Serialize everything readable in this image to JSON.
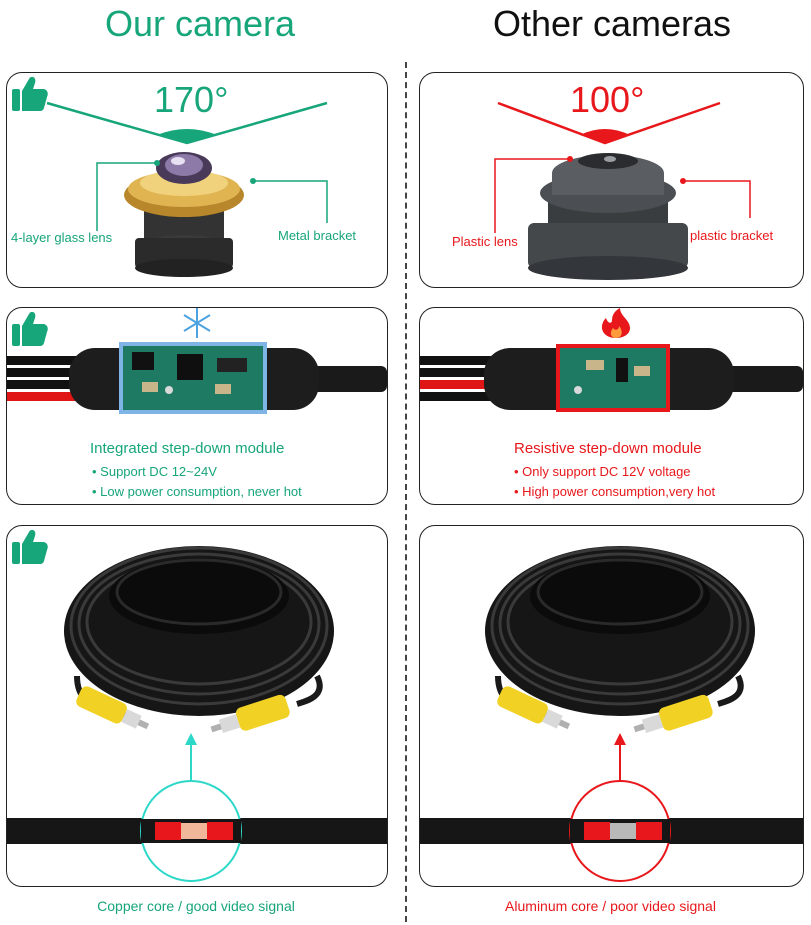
{
  "headers": {
    "ours": "Our camera",
    "others": "Other cameras"
  },
  "lens": {
    "ours": {
      "angle": "170°",
      "glass": "4-layer glass lens",
      "bracket": "Metal bracket"
    },
    "others": {
      "angle": "100°",
      "glass": "Plastic lens",
      "bracket": "plastic bracket"
    }
  },
  "module": {
    "ours": {
      "title": "Integrated step-down module",
      "bullets": [
        "• Support DC 12~24V",
        "• Low power consumption, never hot"
      ]
    },
    "others": {
      "title": "Resistive step-down module",
      "bullets": [
        "• Only support DC 12V voltage",
        "• High power consumption,very hot"
      ]
    }
  },
  "cable": {
    "ours": {
      "caption": "Copper core / good video signal"
    },
    "others": {
      "caption": "Aluminum core / poor video signal"
    }
  },
  "colors": {
    "green": "#17a57a",
    "red": "#e8171b",
    "copper": "#f0b79a",
    "aluminum": "#b9b9b9"
  }
}
